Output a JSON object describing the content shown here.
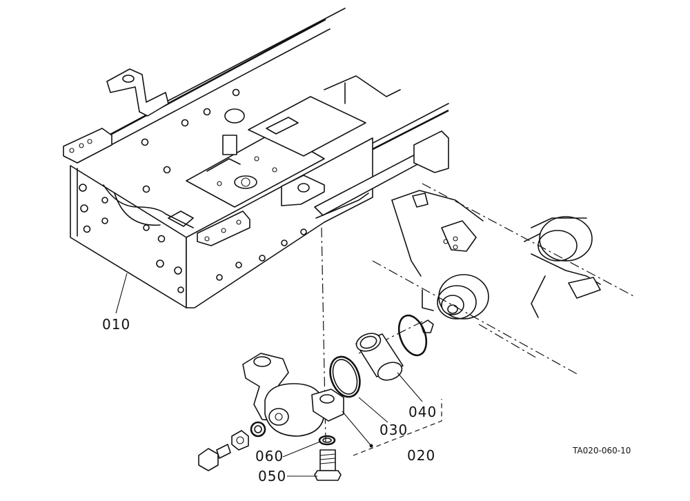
{
  "parts": [
    {
      "id": "frame",
      "label": "010"
    },
    {
      "id": "assembly",
      "label": "020"
    },
    {
      "id": "oring",
      "label": "030"
    },
    {
      "id": "bushing",
      "label": "040"
    },
    {
      "id": "bolt",
      "label": "050"
    },
    {
      "id": "washer",
      "label": "060"
    }
  ],
  "figure_ref": "TA020-060-10",
  "colors": {
    "ink": "#111111",
    "paper": "#ffffff"
  }
}
